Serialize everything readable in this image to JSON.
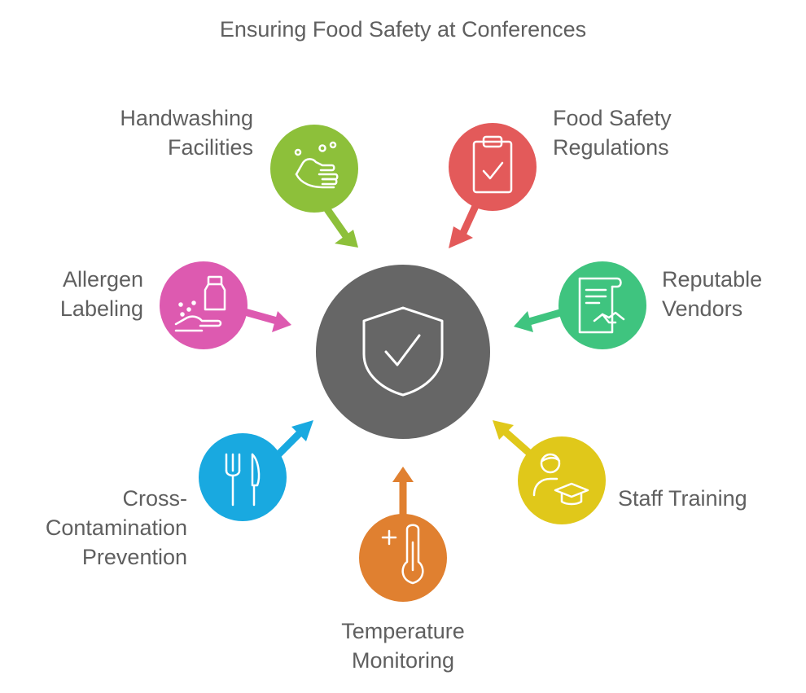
{
  "title": "Ensuring Food Safety at Conferences",
  "center": {
    "icon": "shield-check-icon",
    "color": "#666666"
  },
  "nodes": [
    {
      "id": "handwashing",
      "lines": [
        "Handwashing",
        "Facilities"
      ],
      "icon": "handwashing-icon",
      "color": "#8dc03a"
    },
    {
      "id": "regulations",
      "lines": [
        "Food Safety",
        "Regulations"
      ],
      "icon": "clipboard-check-icon",
      "color": "#e35a5a"
    },
    {
      "id": "allergen",
      "lines": [
        "Allergen",
        "Labeling"
      ],
      "icon": "allergen-bottle-icon",
      "color": "#dd5ab0"
    },
    {
      "id": "vendors",
      "lines": [
        "Reputable",
        "Vendors"
      ],
      "icon": "contract-handshake-icon",
      "color": "#3fc47f"
    },
    {
      "id": "cross-contamination",
      "lines": [
        "Cross-",
        "Contamination",
        "Prevention"
      ],
      "icon": "fork-knife-icon",
      "color": "#19a9e0"
    },
    {
      "id": "staff-training",
      "lines": [
        "Staff Training"
      ],
      "icon": "graduate-person-icon",
      "color": "#e0c81a"
    },
    {
      "id": "temperature",
      "lines": [
        "Temperature",
        "Monitoring"
      ],
      "icon": "thermometer-icon",
      "color": "#e08030"
    }
  ]
}
